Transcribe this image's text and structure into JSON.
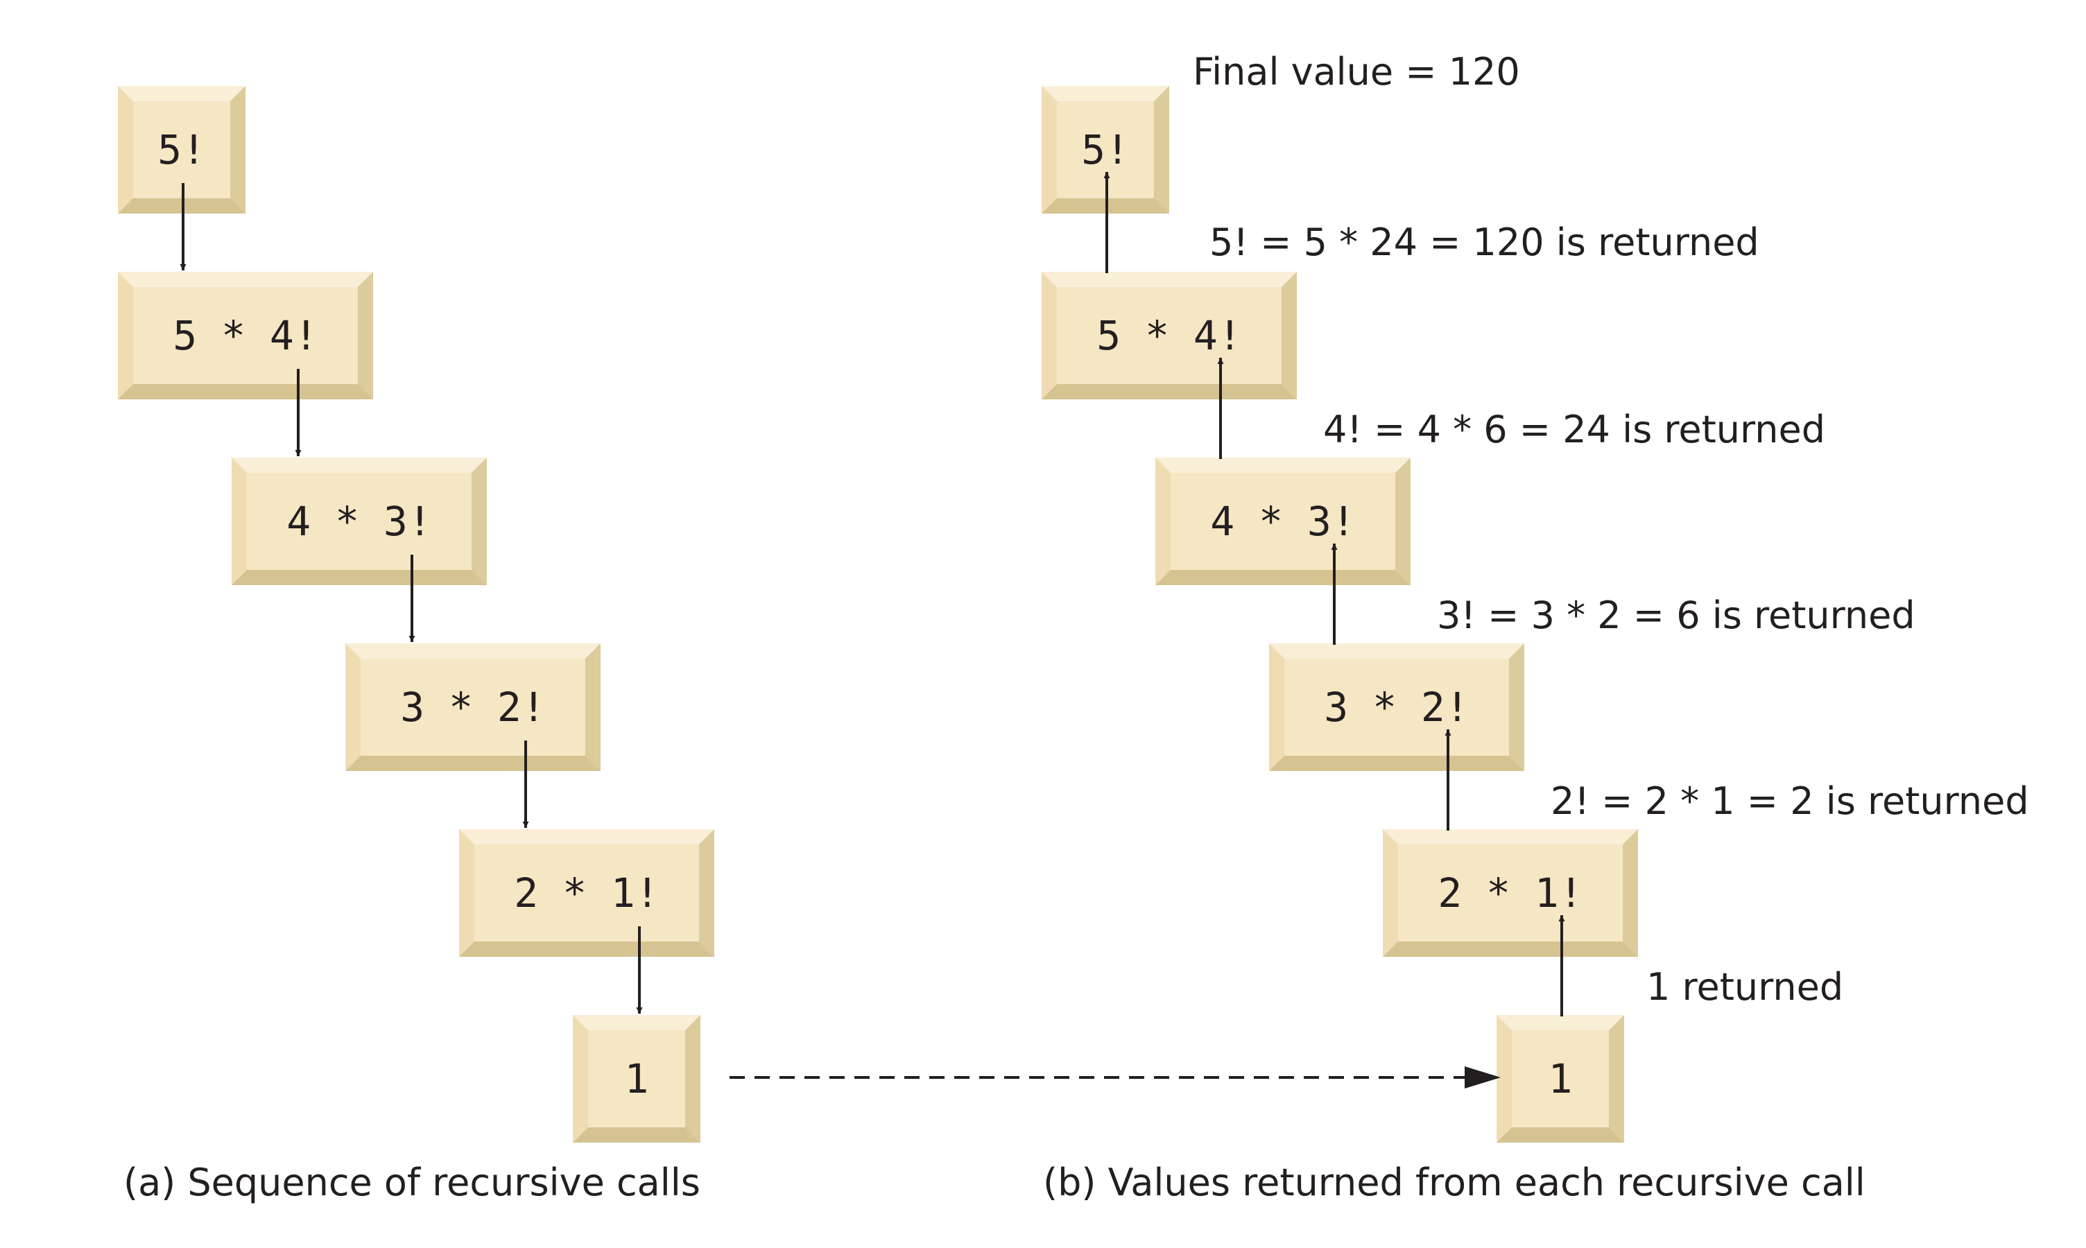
{
  "diagram": {
    "left_column": {
      "boxes": [
        "5!",
        "5 * 4!",
        "4 * 3!",
        "3 * 2!",
        "2 * 1!",
        "1"
      ]
    },
    "right_column": {
      "boxes": [
        "5!",
        "5 * 4!",
        "4 * 3!",
        "3 * 2!",
        "2 * 1!",
        "1"
      ],
      "notes": [
        "Final value = 120",
        "5! = 5 * 24 = 120 is returned",
        "4! = 4 * 6 = 24 is returned",
        "3! = 3 * 2 = 6 is returned",
        "2! = 2 * 1 = 2 is returned",
        "1 returned"
      ]
    },
    "captions": {
      "left": "(a) Sequence of recursive calls",
      "right": "(b) Values returned from each recursive call"
    },
    "colors": {
      "box_face": "#f5e6c4",
      "text": "#231f20",
      "arrow": "#231f20"
    }
  }
}
